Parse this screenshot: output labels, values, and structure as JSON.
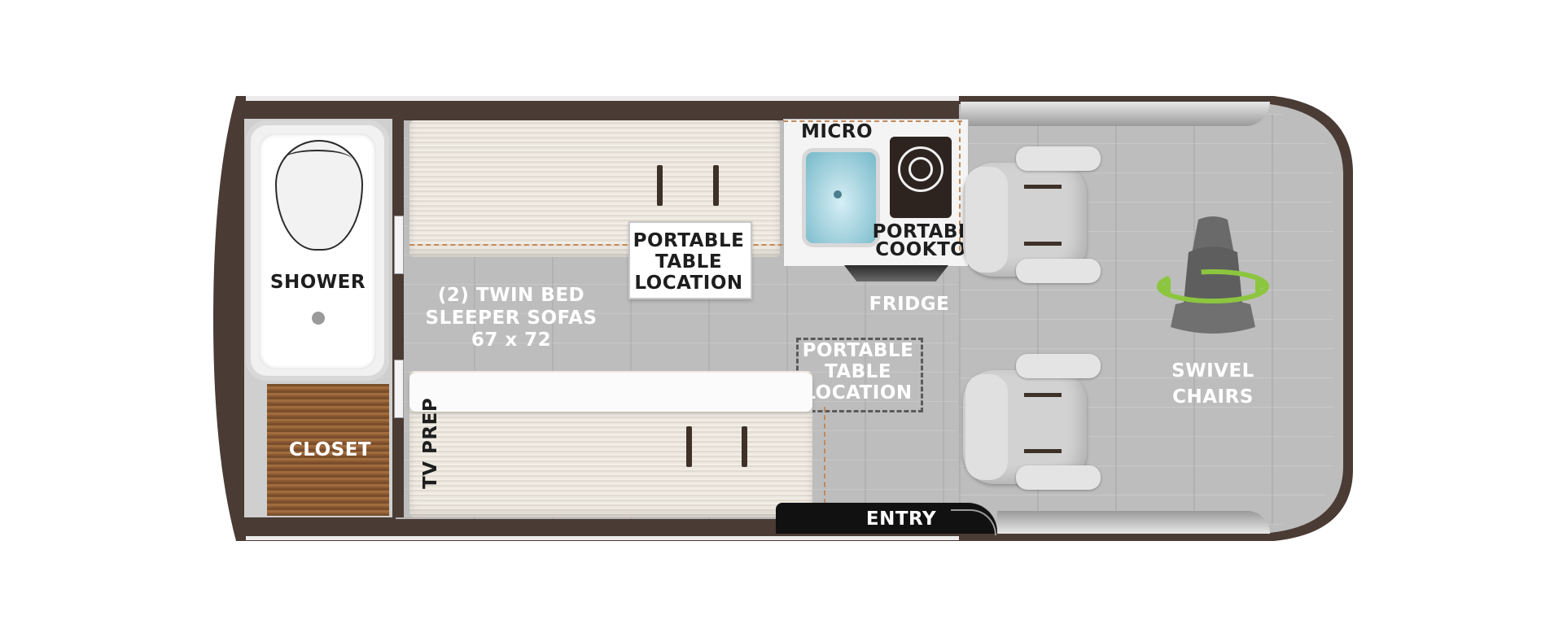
{
  "labels": {
    "micro": "MICRO",
    "portable_table_top": "PORTABLE\nTABLE\nLOCATION",
    "portable_cooktop": "PORTABLE\nCOOKTOP",
    "fridge": "FRIDGE",
    "shower": "SHOWER",
    "twin_bed": "(2) TWIN BED\nSLEEPER SOFAS\n67 x 72",
    "portable_table_mid": "PORTABLE\nTABLE\nLOCATION",
    "swivel_chairs": "SWIVEL\nCHAIRS",
    "closet": "CLOSET",
    "tv_prep": "TV PREP",
    "entry": "ENTRY"
  },
  "colors": {
    "wall": "#4a3b35",
    "floor": "#bdbdbd",
    "swivel_accent": "#8cc63f"
  }
}
